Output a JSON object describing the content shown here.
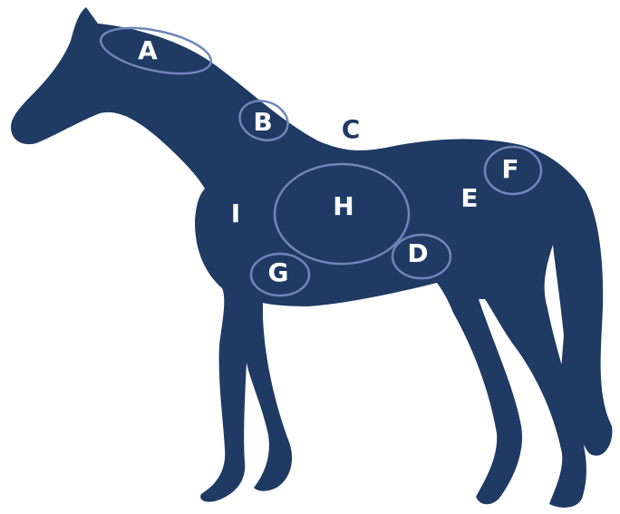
{
  "diagram": {
    "colors": {
      "body": "#1f3a63",
      "ring": "#6f86ba",
      "label_inside": "#ffffff",
      "label_outside": "#1f3a63"
    },
    "labels": {
      "a": "A",
      "b": "B",
      "c": "C",
      "d": "D",
      "e": "E",
      "f": "F",
      "g": "G",
      "h": "H",
      "i": "I"
    }
  }
}
